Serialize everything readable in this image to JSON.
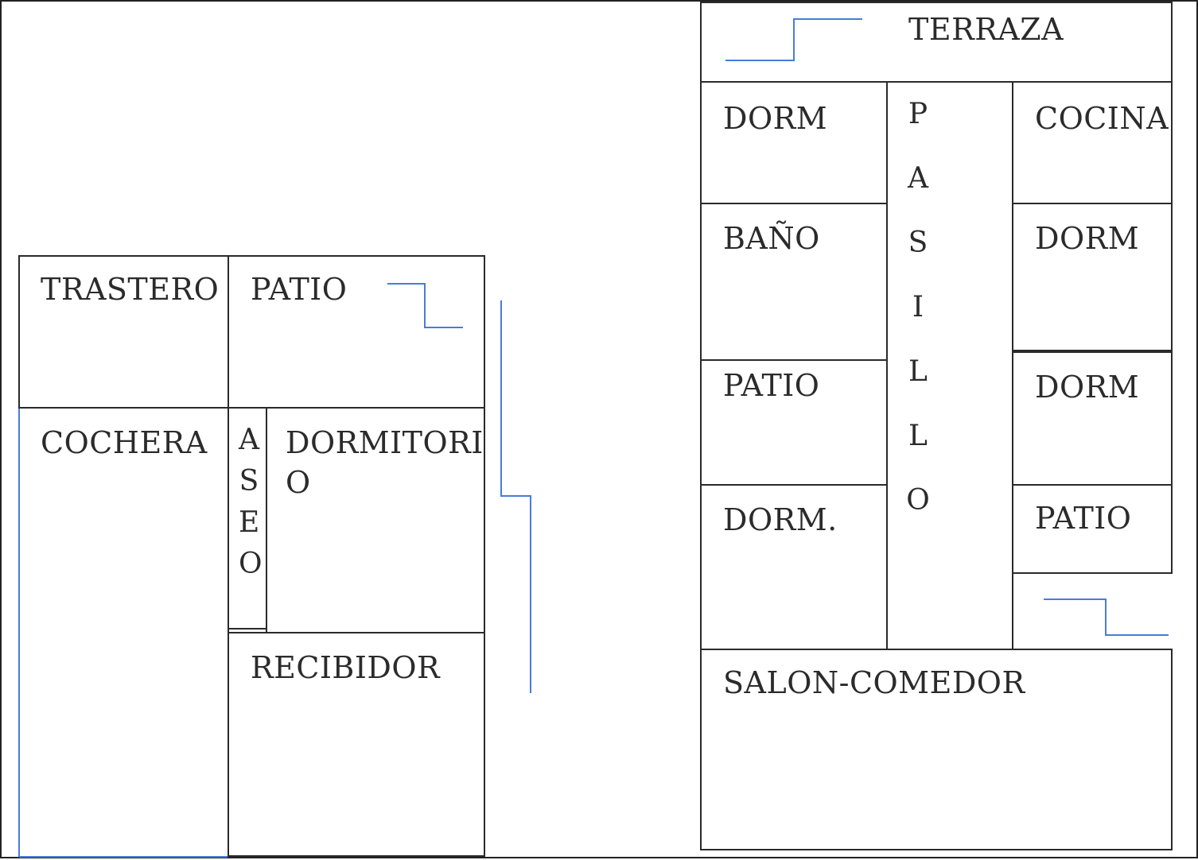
{
  "colors": {
    "wall": "#2a2a2a",
    "text": "#2b2b2b",
    "stairs": "#4a7bd8"
  },
  "left_house": {
    "trastero": "TRASTERO",
    "patio": "PATIO",
    "cochera": "COCHERA",
    "aseo_letters": [
      "A",
      "S",
      "E",
      "O"
    ],
    "dormitorio_line1": "DORMITORI",
    "dormitorio_line2": "O",
    "recibidor": "RECIBIDOR"
  },
  "right_house": {
    "terraza": "TERRAZA",
    "dorm_1": "DORM",
    "bano": "BAÑO",
    "patio_1": "PATIO",
    "dorm_dot": "DORM.",
    "pasillo_letters": [
      "P",
      "A",
      "S",
      "I",
      "L",
      "L",
      "O"
    ],
    "cocina": "COCINA",
    "dorm_2": "DORM",
    "dorm_3": "DORM",
    "patio_2": "PATIO",
    "salon": "SALON-COMEDOR"
  }
}
